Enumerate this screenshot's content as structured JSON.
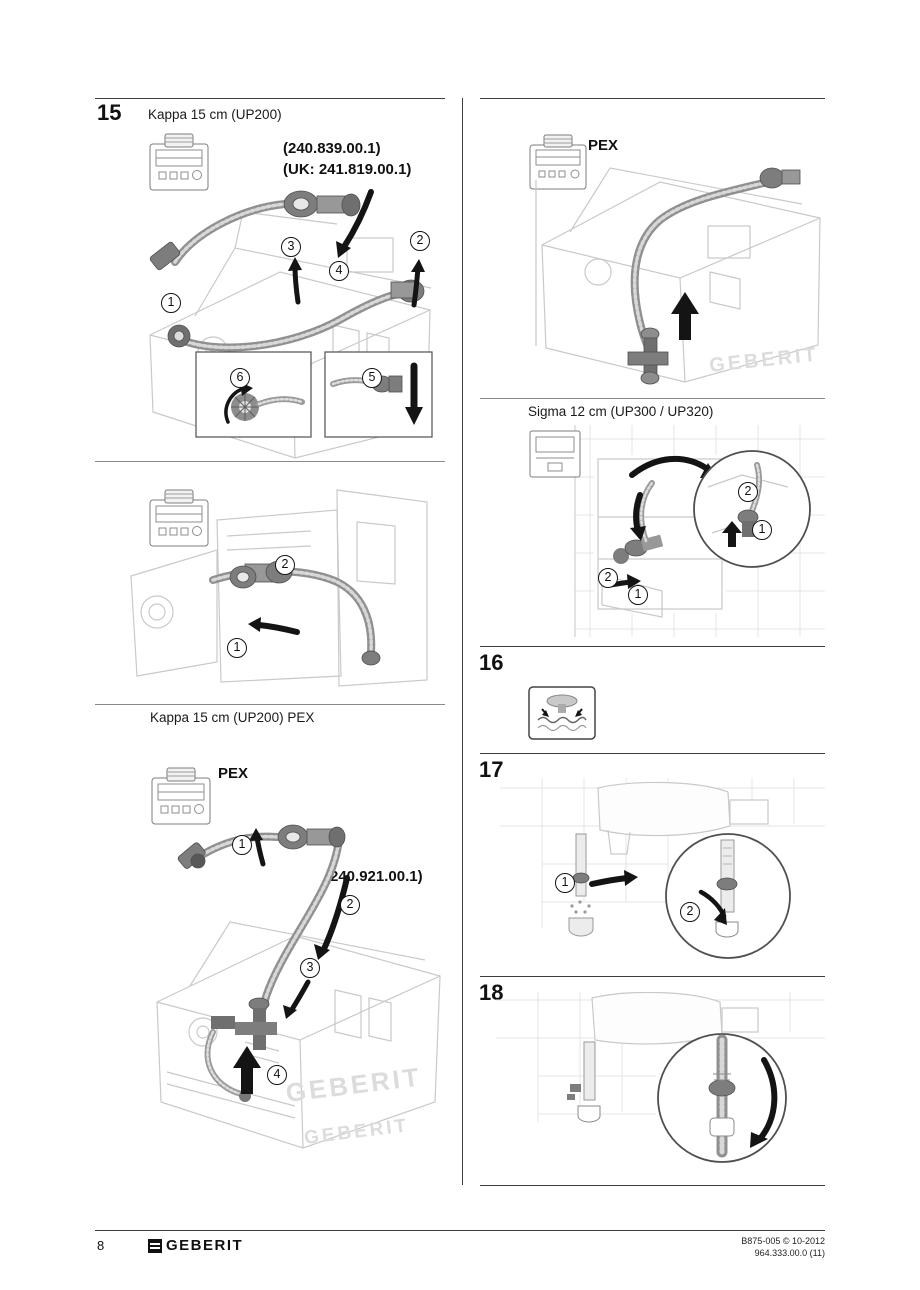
{
  "page": {
    "number": "8",
    "brand": "GEBERIT",
    "ref_line1": "B875-005 © 10-2012",
    "ref_line2": "964.333.00.0 (11)"
  },
  "watermark": "GEBERIT",
  "s15": {
    "number": "15",
    "title": "Kappa 15 cm (UP200)",
    "main": {
      "part_no": "(240.839.00.1)",
      "part_no_uk": "(UK: 241.819.00.1)",
      "callouts": [
        "1",
        "2",
        "3",
        "4",
        "5",
        "6"
      ]
    },
    "alt": {
      "callouts": [
        "1",
        "2"
      ]
    },
    "pex_title": "Kappa 15 cm (UP200) PEX",
    "pex": {
      "label": "PEX",
      "part_no": "(240.921.00.1)",
      "callouts": [
        "1",
        "2",
        "3",
        "4"
      ]
    },
    "pex_right": {
      "label": "PEX"
    },
    "sigma": {
      "title": "Sigma 12 cm (UP300 / UP320)",
      "callouts_main": [
        "2",
        "1"
      ],
      "callouts_inset": [
        "2",
        "1"
      ]
    }
  },
  "s16": {
    "number": "16"
  },
  "s17": {
    "number": "17",
    "callouts": [
      "1",
      "2"
    ]
  },
  "s18": {
    "number": "18"
  }
}
